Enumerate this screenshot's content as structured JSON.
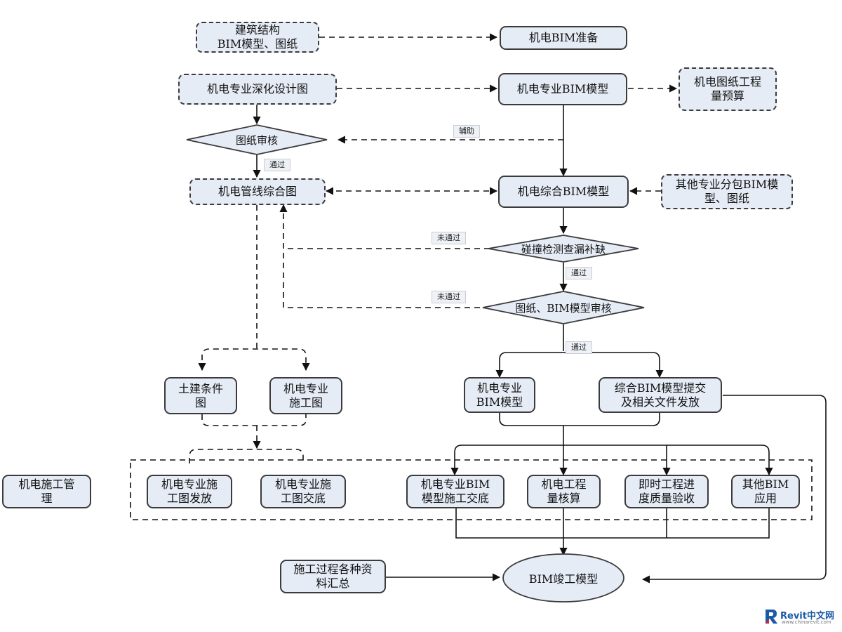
{
  "nodes": {
    "structure_model": [
      "建筑结构",
      "BIM模型、图纸"
    ],
    "mep_prep": [
      "机电BIM准备"
    ],
    "mep_detail_design": [
      "机电专业深化设计图"
    ],
    "mep_model": [
      "机电专业BIM模型"
    ],
    "budget": [
      "机电图纸工程",
      "量预算"
    ],
    "drawing_review": [
      "图纸审核"
    ],
    "pipe_drawing": [
      "机电管线综合图"
    ],
    "combined_model": [
      "机电综合BIM模型"
    ],
    "other_models": [
      "其他专业分包BIM模",
      "型、图纸"
    ],
    "clash_check": [
      "碰撞检测查漏补缺"
    ],
    "bim_review": [
      "图纸、BIM模型审核"
    ],
    "civil_condition": [
      "土建条件",
      "图"
    ],
    "mep_construction_drawing": [
      "机电专业",
      "施工图"
    ],
    "mep_bim_model_2": [
      "机电专业",
      "BIM模型"
    ],
    "submit_model": [
      "综合BIM模型提交",
      "及相关文件发放"
    ],
    "management": [
      "机电施工管",
      "理"
    ],
    "issue_drawing": [
      "机电专业施",
      "工图发放"
    ],
    "briefing": [
      "机电专业施",
      "工图交底"
    ],
    "bim_briefing": [
      "机电专业BIM",
      "模型施工交底"
    ],
    "quantity_check": [
      "机电工程",
      "量核算"
    ],
    "quality_accept": [
      "即时工程进",
      "度质量验收"
    ],
    "other_bim": [
      "其他BIM",
      "应用"
    ],
    "data_summary": [
      "施工过程各种资",
      "料汇总"
    ],
    "as_built": [
      "BIM竣工模型"
    ]
  },
  "edge_labels": {
    "assist": "辅助",
    "pass_1": "通过",
    "fail_1": "未通过",
    "pass_2": "通过",
    "fail_2": "未通过",
    "pass_3": "通过"
  },
  "watermark": {
    "name": "Revit中文网",
    "url": "www.chinarevit.com"
  },
  "colors": {
    "box_fill": "#e6ecf6",
    "line": "#111111",
    "logo_blue": "#1b5aa6",
    "logo_red": "#d9262e"
  }
}
